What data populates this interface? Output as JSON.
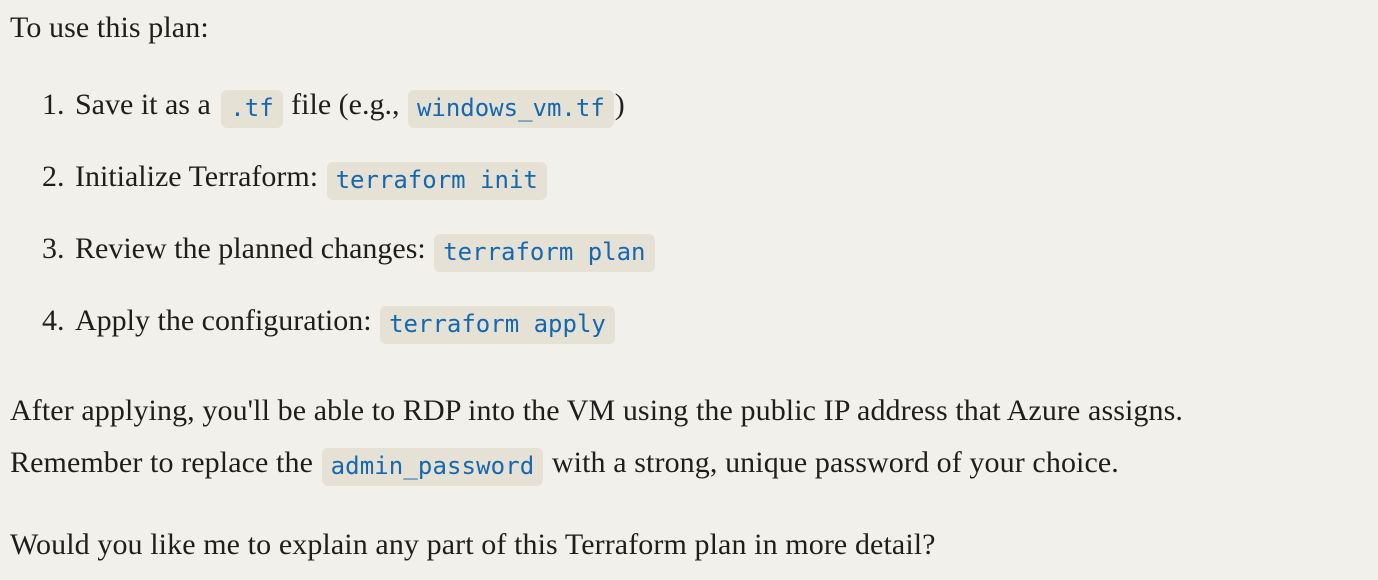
{
  "page": {
    "background_color": "#f2f0ea",
    "text_color": "#1f1e1c",
    "code_text_color": "#1568b0",
    "code_background_color": "#e6e1d5"
  },
  "intro": {
    "text": "To use this plan:"
  },
  "steps": [
    {
      "marker": "1.",
      "text_before": "Save it as a",
      "code": ".tf",
      "text_middle": "file (e.g.,",
      "code2": "windows_vm.tf",
      "text_after": ")"
    },
    {
      "marker": "2.",
      "text_before": "Initialize Terraform:",
      "code": "terraform init",
      "text_middle": "",
      "code2": "",
      "text_after": ""
    },
    {
      "marker": "3.",
      "text_before": "Review the planned changes:",
      "code": "terraform plan",
      "text_middle": "",
      "code2": "",
      "text_after": ""
    },
    {
      "marker": "4.",
      "text_before": "Apply the configuration:",
      "code": "terraform apply",
      "text_middle": "",
      "code2": "",
      "text_after": ""
    }
  ],
  "after_paragraph": {
    "part1": "After applying, you'll be able to RDP into the VM using the public IP address that Azure assigns. Remember to replace the",
    "code": "admin_password",
    "part2": "with a strong, unique password of your choice."
  },
  "closing_paragraph": {
    "text": "Would you like me to explain any part of this Terraform plan in more detail?"
  }
}
